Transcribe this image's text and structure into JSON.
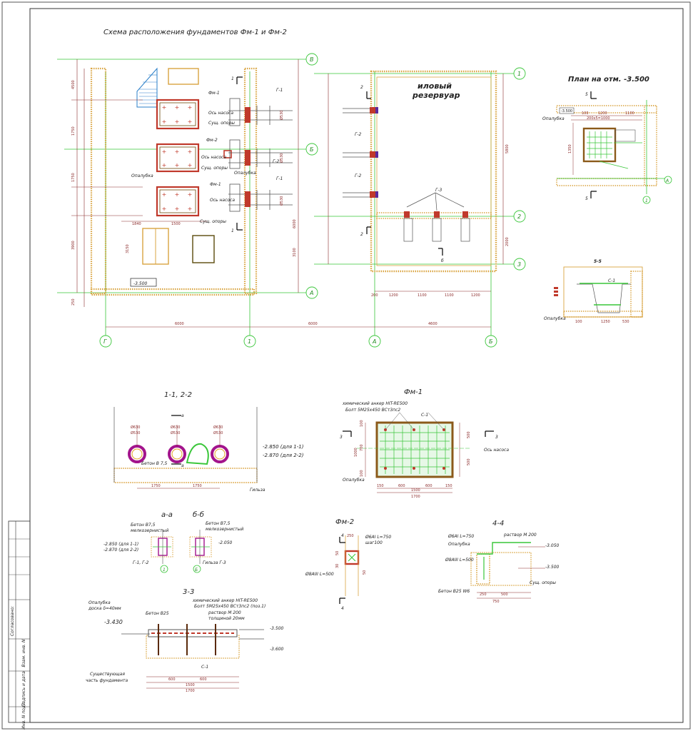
{
  "sheet": {
    "main_title": "Схема расположения фундаментов Фм-1 и Фм-2",
    "plan_title": "План на отм. -3.500",
    "section_5_title": "5-5",
    "section_11_title": "1-1, 2-2",
    "fm1_title": "Фм-1",
    "aa_title": "а-а",
    "bb_title": "б-б",
    "fm2_title": "Фм-2",
    "s44_title": "4-4",
    "s33_title": "3-3"
  },
  "main_plan": {
    "reservoir_line1": "иловый",
    "reservoir_line2": "резервуар",
    "level": "-3.500",
    "dims_bottom": [
      "6000",
      "6000",
      "4600"
    ],
    "dims_res": [
      "200",
      "1200",
      "1100",
      "1100",
      "1200"
    ],
    "dims_left": [
      "4500",
      "1750",
      "1750",
      "3900",
      "250"
    ],
    "labels": {
      "fm1": "Фм-1",
      "fm2": "Фм-2",
      "axis_pump": "Ось насоса",
      "support": "Сущ. опоры",
      "formwork": "Опалубка",
      "g1": "Г-1",
      "g2": "Г-2",
      "g3": "Г-3",
      "pipe_d": "Ø530",
      "dim_1840": "1840",
      "dim_1500": "1500",
      "dim_3150": "3150",
      "dim_6000": "6000",
      "dim_3100": "3100",
      "dim_5800": "5800",
      "dim_2000": "2000"
    },
    "axes": {
      "v": "В",
      "b": "Б",
      "a": "А",
      "g": "Г",
      "n1": "1",
      "n2": "2",
      "n3": "3"
    },
    "cut_marks": {
      "c1": "1",
      "c2": "2",
      "c6": "б"
    }
  },
  "plan_35": {
    "formwork": "Опалубка",
    "level": "-3.500",
    "dims_top": [
      "100",
      "1200",
      "1100"
    ],
    "dim_grid": "200x5=1000",
    "dim_side": "1350",
    "axis_a": "А",
    "axis_1": "1",
    "cut": "5"
  },
  "section_55": {
    "formwork": "Опалубка",
    "c1": "С-1",
    "dims": [
      "100",
      "1250",
      "530"
    ]
  },
  "section_11": {
    "concrete": "Бетон В 7,5",
    "sleeve": "Гильза",
    "level1": "-2.850 (для 1-1)",
    "level2": "-2.870 (для 2-2)",
    "pipes": [
      "Ø630",
      "Ø530"
    ],
    "dims": [
      "1750",
      "1750"
    ],
    "cut_a": "а"
  },
  "fm1": {
    "anchor": "химический анкер HIT-RE500",
    "bolt": "Болт 5М25х450 ВСт3пс2",
    "c1": "С-1",
    "formwork": "Опалубка",
    "axis_pump": "Ось насоса",
    "cut": "3",
    "dims_bottom": [
      "150",
      "600",
      "600",
      "150"
    ],
    "dim_1500": "1500",
    "dim_1700": "1700",
    "dims_side": [
      "500",
      "500"
    ],
    "dims_left": [
      "100",
      "1000",
      "700",
      "100"
    ]
  },
  "section_aa": {
    "concrete": "Бетон В7,5",
    "concrete2": "мелкозернистый",
    "level1": "-2.850 (для 1-1)",
    "level2": "-2.870 (для 2-2)",
    "pipes": "Г-1, Г-2",
    "axis": "1"
  },
  "section_bb": {
    "concrete": "Бетон В7,5",
    "concrete2": "мелкозернистый",
    "level": "-2.050",
    "sleeve": "Гильза Г-3",
    "axis": "Б"
  },
  "fm2": {
    "rebar1": "Ø6АI L=750",
    "rebar1b": "шаг100",
    "rebar2": "Ø8АIII L=500",
    "cut": "4",
    "dims": [
      "250",
      "50",
      "50",
      "30"
    ]
  },
  "section_44": {
    "rebar1": "Ø6АI L=750",
    "mortar": "раствор М 200",
    "formwork": "Опалубка",
    "rebar2": "Ø8АIII L=500",
    "concrete": "Бетон В25 W6",
    "support": "Сущ. опоры",
    "level1": "-3.050",
    "level2": "-3.500",
    "dims": [
      "250",
      "500",
      "750"
    ]
  },
  "section_33": {
    "formwork": "Опалубка",
    "board": "доска δ=40мм",
    "concrete": "Бетон В25",
    "anchor": "химический анкер HIT-RE500",
    "bolt": "Болт 5М25х450 ВСт3пс2 (поз.1)",
    "mortar": "раствор М 200",
    "thickness": "толщиной 20мм",
    "level_left": "-3.430",
    "level_r1": "-3.500",
    "level_r2": "-3.600",
    "c1": "С-1",
    "existing1": "Существующая",
    "existing2": "часть фундамента",
    "dims": [
      "600",
      "600",
      "1500",
      "1700"
    ]
  },
  "stamp": {
    "agreed": "Согласовано:",
    "sign_date": "Подпись и дата",
    "inv_zam": "Взам. инв. N",
    "inv_orig": "Инв. N подл."
  }
}
